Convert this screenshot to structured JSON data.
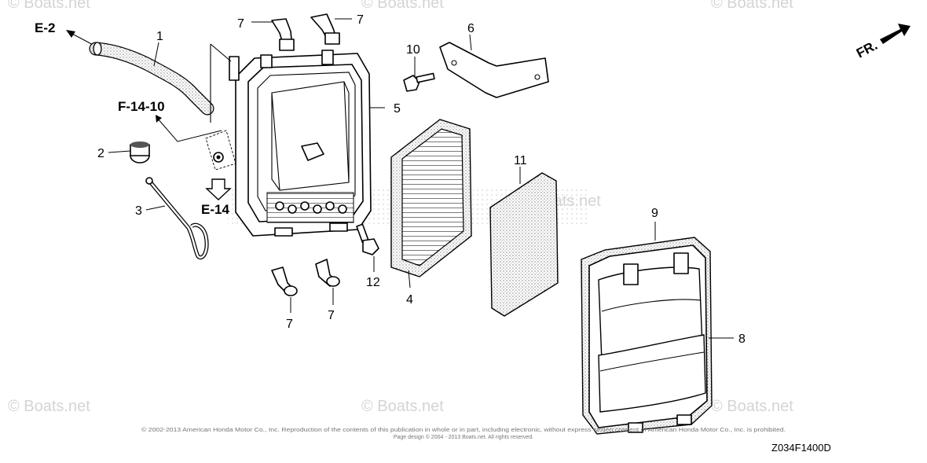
{
  "watermarks": [
    "© Boats.net",
    "© Boats.net",
    "© Boats.net",
    "© Boats.net",
    "© Boats.net",
    "© Boats.net",
    "© Boats.net"
  ],
  "refs": {
    "e2": "E-2",
    "f1410": "F-14-10",
    "e14": "E-14",
    "fr": "FR."
  },
  "part_labels": {
    "p1": "1",
    "p2": "2",
    "p3": "3",
    "p4": "4",
    "p5": "5",
    "p6": "6",
    "p7a": "7",
    "p7b": "7",
    "p7c": "7",
    "p7d": "7",
    "p8": "8",
    "p9": "9",
    "p10": "10",
    "p11": "11",
    "p12": "12"
  },
  "copyright_line1": "© 2002-2013 American Honda Motor Co., Inc. Reproduction of the contents of this publication in whole or in part, including electronic, without express written consent of American Honda Motor Co., Inc. is prohibited.",
  "copyright_line2": "Page design © 2004 - 2013 Boats.net. All rights reserved.",
  "diagram_code": "Z034F1400D"
}
